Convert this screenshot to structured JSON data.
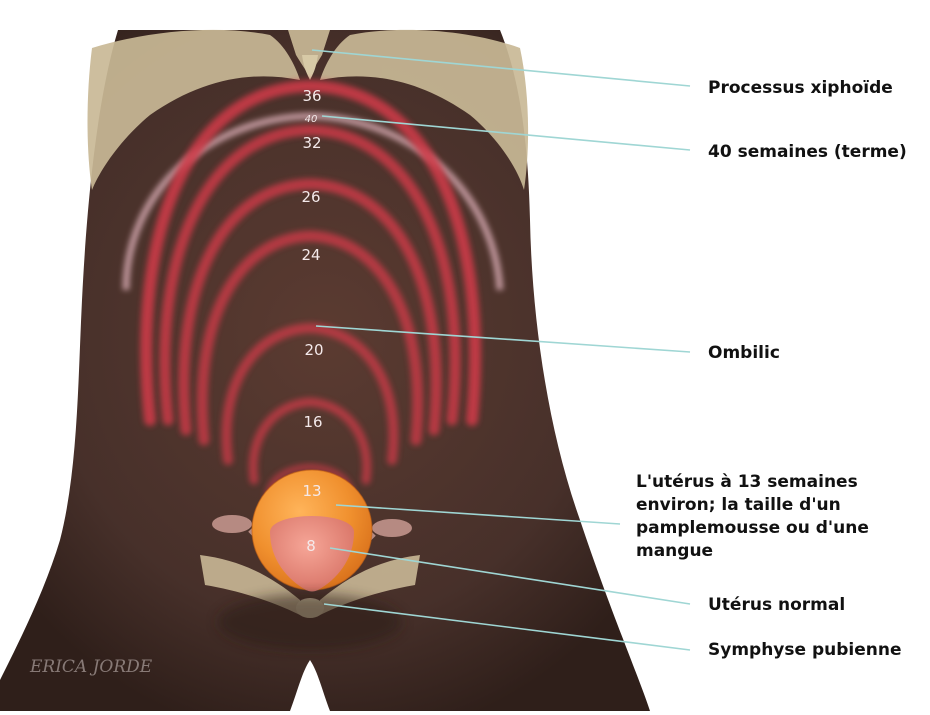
{
  "labels": {
    "xiphoid": "Processus xiphoïde",
    "term": "40 semaines (terme)",
    "umbilicus": "Ombilic",
    "uterus13": "L'utérus à 13 semaines environ; la taille d'un pamplemousse ou d'une mangue",
    "normal_uterus": "Utérus normal",
    "pubic_symphysis": "Symphyse pubienne"
  },
  "week_markers": [
    "36",
    "40",
    "32",
    "26",
    "24",
    "20",
    "16",
    "13",
    "8"
  ],
  "signature": "ERICA JORDE",
  "colors": {
    "skin": "#4a3028",
    "bone": "#c9b896",
    "fundus_ring": "#d23a48",
    "term_ring": "#e2b4bd",
    "uterus_13": "#f0902e",
    "uterus_normal": "#e58a82",
    "leader_line": "#9fd6d4"
  }
}
